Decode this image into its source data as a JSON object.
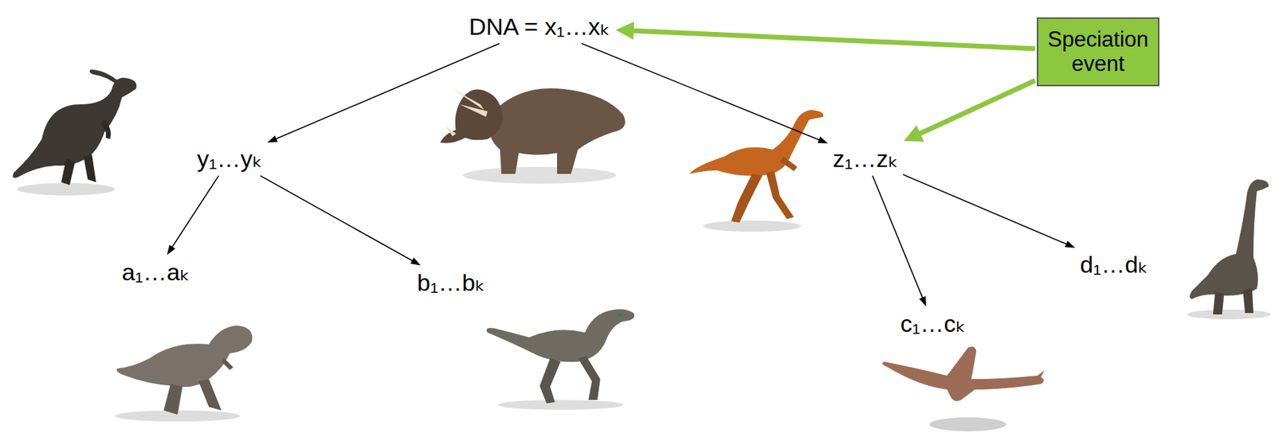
{
  "diagram": {
    "nodes": [
      {
        "text": [
          "DNA = x₁…xₖ"
        ]
      },
      {
        "text": [
          "y₁…yₖ"
        ]
      },
      {
        "text": [
          "z₁…zₖ"
        ]
      },
      {
        "text": [
          "a₁…aₖ"
        ]
      },
      {
        "text": [
          "b₁…bₖ"
        ]
      },
      {
        "text": [
          "c₁…cₖ"
        ]
      },
      {
        "text": [
          "d₁…dₖ"
        ]
      },
      {
        "text": [
          "Speciation event"
        ]
      }
    ],
    "edges": [
      {
        "from": 0,
        "to": 1,
        "arrow": "to"
      },
      {
        "from": 0,
        "to": 2,
        "arrow": "to"
      },
      {
        "from": 1,
        "to": 3,
        "arrow": "to"
      },
      {
        "from": 1,
        "to": 4,
        "arrow": "to"
      },
      {
        "from": 2,
        "to": 5,
        "arrow": "to"
      },
      {
        "from": 2,
        "to": 6,
        "arrow": "to"
      },
      {
        "from": 7,
        "to": 0,
        "arrow": "to"
      },
      {
        "from": 7,
        "to": 2,
        "arrow": "to"
      }
    ]
  }
}
